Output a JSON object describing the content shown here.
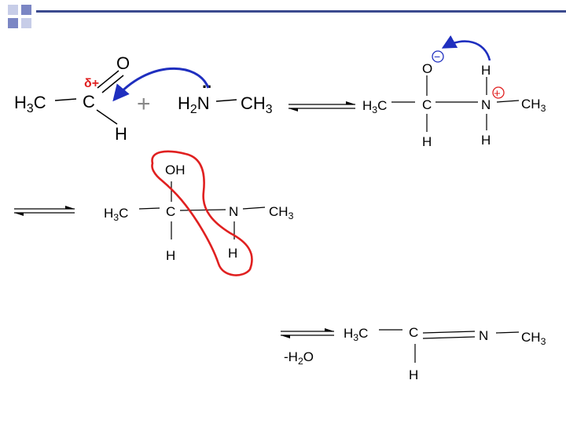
{
  "colors": {
    "background": "#ffffff",
    "corner_square_light": "#c7cde8",
    "corner_square_dark": "#7b86c4",
    "header_bar": "#3b4a8e",
    "arrow_blue": "#1f2fbf",
    "highlight_red": "#e02020",
    "charge_red": "#e02020",
    "charge_blue": "#1f2fbf"
  },
  "step1": {
    "ch3_left": "H",
    "ch3_sub": "3",
    "ch3_c": "C",
    "carbon": "C",
    "oxygen": "O",
    "hydrogen": "H",
    "delta_plus": "δ+",
    "plus_sign": "+",
    "amine_h": "H",
    "amine_sub": "2",
    "amine_n": "N",
    "amine_lone_pair": "..",
    "methyl_c": "CH",
    "methyl_sub": "3"
  },
  "step2": {
    "ch3_left": "H",
    "ch3_sub": "3",
    "ch3_c": "C",
    "carbon": "C",
    "oxygen": "O",
    "o_charge": "−",
    "hydrogen_bottom": "H",
    "nitrogen": "N",
    "n_charge": "+",
    "n_h_top": "H",
    "n_h_bottom": "H",
    "methyl_c": "CH",
    "methyl_sub": "3"
  },
  "step3": {
    "ch3_left": "H",
    "ch3_sub": "3",
    "ch3_c": "C",
    "carbon": "C",
    "hydroxyl": "OH",
    "hydrogen_bottom": "H",
    "nitrogen": "N",
    "n_h": "H",
    "methyl_c": "CH",
    "methyl_sub": "3"
  },
  "step4": {
    "ch3_left": "H",
    "ch3_sub": "3",
    "ch3_c": "C",
    "carbon": "C",
    "hydrogen_bottom": "H",
    "nitrogen": "N",
    "methyl_c": "CH",
    "methyl_sub": "3",
    "water_loss_prefix": "-H",
    "water_loss_sub": "2",
    "water_loss_suffix": "O"
  }
}
